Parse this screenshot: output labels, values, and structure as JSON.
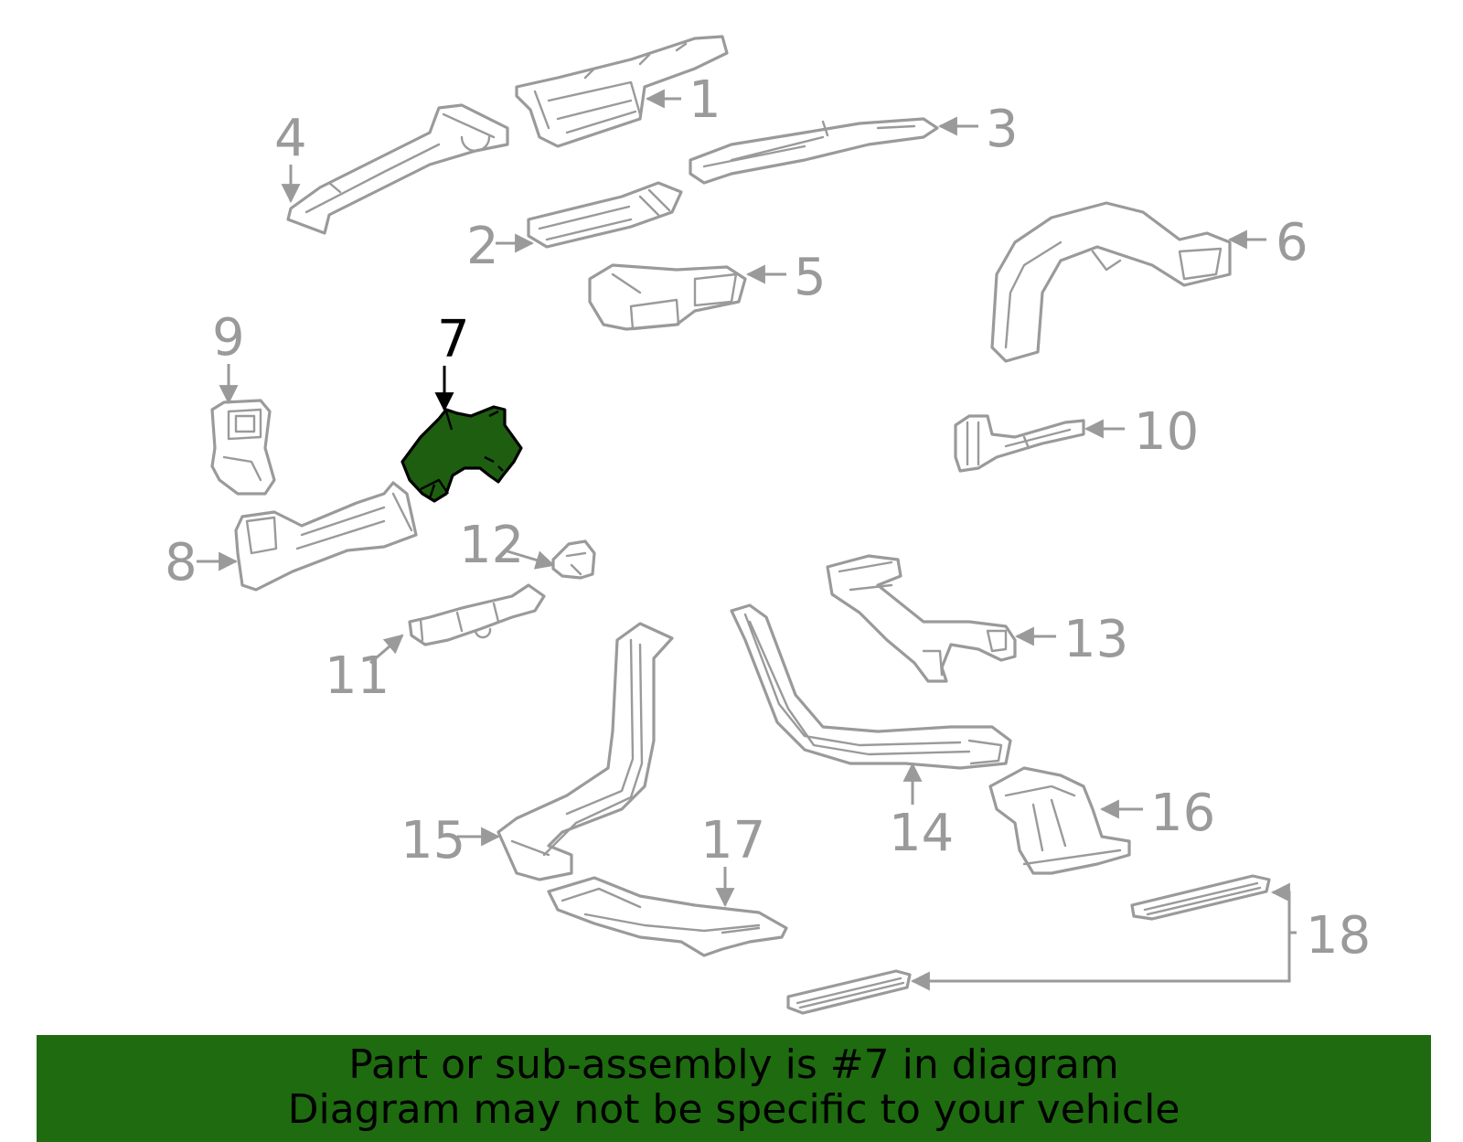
{
  "callouts": {
    "c1": "1",
    "c2": "2",
    "c3": "3",
    "c4": "4",
    "c5": "5",
    "c6": "6",
    "c7": "7",
    "c8": "8",
    "c9": "9",
    "c10": "10",
    "c11": "11",
    "c12": "12",
    "c13": "13",
    "c14": "14",
    "c15": "15",
    "c16": "16",
    "c17": "17",
    "c18": "18"
  },
  "highlighted_part": "7",
  "colors": {
    "highlight_fill": "#1e5e10",
    "banner_background": "#1e6b10",
    "outline_gray": "#9a9a9a"
  },
  "banner": {
    "line1": "Part or sub-assembly is #7 in diagram",
    "line2": "Diagram may not be specific to your vehicle"
  }
}
